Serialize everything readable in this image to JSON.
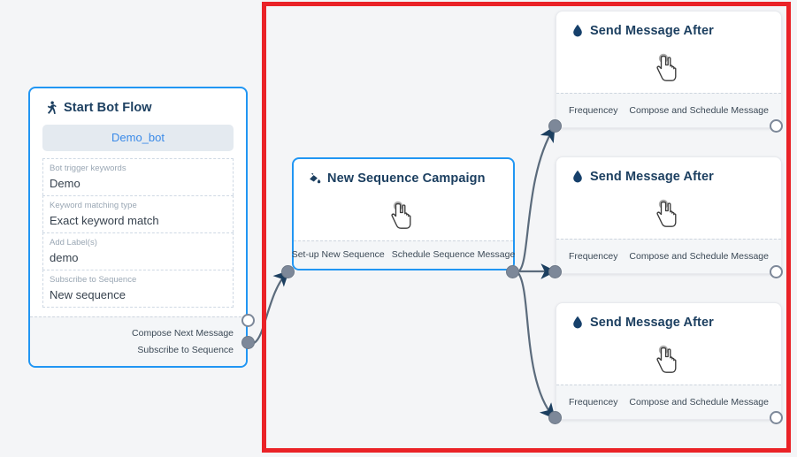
{
  "canvas": {
    "background_color": "#f4f5f7",
    "highlight_color": "#ea2227"
  },
  "nodes": [
    {
      "id": "start-bot-flow",
      "title": "Start Bot Flow",
      "icon": "running-person-icon",
      "selected": true,
      "bot_pill": "Demo_bot",
      "fields": [
        {
          "label": "Bot trigger keywords",
          "value": "Demo"
        },
        {
          "label": "Keyword matching type",
          "value": "Exact keyword match"
        },
        {
          "label": "Add Label(s)",
          "value": "demo"
        },
        {
          "label": "Subscribe to Sequence",
          "value": "New sequence"
        }
      ],
      "ports": [
        {
          "label": "Compose Next Message",
          "style": "hollow"
        },
        {
          "label": "Subscribe to Sequence",
          "style": "filled"
        }
      ]
    },
    {
      "id": "new-sequence-campaign",
      "title": "New Sequence Campaign",
      "icon": "paint-pour-icon",
      "selected": true,
      "body_icon": "hand-cursor-icon",
      "ports": [
        {
          "label": "Set-up New Sequence",
          "style": "filled",
          "side": "left"
        },
        {
          "label": "Schedule Sequence Message",
          "style": "filled",
          "side": "right"
        }
      ]
    },
    {
      "id": "send-message-after-1",
      "title": "Send Message After",
      "icon": "water-drop-icon",
      "selected": false,
      "body_icon": "hand-cursor-icon",
      "ports": [
        {
          "label": "Frequencey",
          "style": "filled",
          "side": "left"
        },
        {
          "label": "Compose and Schedule Message",
          "style": "hollow",
          "side": "right"
        }
      ]
    },
    {
      "id": "send-message-after-2",
      "title": "Send Message After",
      "icon": "water-drop-icon",
      "selected": false,
      "body_icon": "hand-cursor-icon",
      "ports": [
        {
          "label": "Frequencey",
          "style": "filled",
          "side": "left"
        },
        {
          "label": "Compose and Schedule Message",
          "style": "hollow",
          "side": "right"
        }
      ]
    },
    {
      "id": "send-message-after-3",
      "title": "Send Message After",
      "icon": "water-drop-icon",
      "selected": false,
      "body_icon": "hand-cursor-icon",
      "ports": [
        {
          "label": "Frequencey",
          "style": "filled",
          "side": "left"
        },
        {
          "label": "Compose and Schedule Message",
          "style": "hollow",
          "side": "right"
        }
      ]
    }
  ]
}
